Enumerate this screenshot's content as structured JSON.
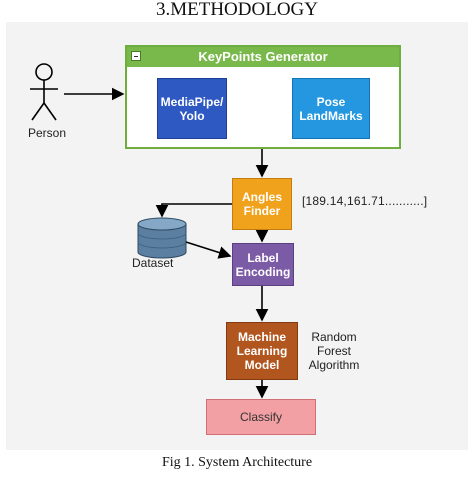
{
  "heading": "3.METHODOLOGY",
  "caption": "Fig 1. System Architecture",
  "group": {
    "title": "KeyPoints Generator",
    "color": "#79b84a"
  },
  "nodes": {
    "person": "Person",
    "mediapipe": "MediaPipe/\nYolo",
    "pose": "Pose\nLandMarks",
    "angles": "Angles\nFinder",
    "dataset": "Dataset",
    "label_encoding": "Label\nEncoding",
    "ml_model": "Machine\nLearning\nModel",
    "classify": "Classify"
  },
  "annotations": {
    "angle_values": "[189.14,161.71...........]",
    "algorithm": "Random\nForest\nAlgorithm"
  },
  "icons": [
    "person-stick-figure-icon",
    "database-cylinder-icon",
    "minimize-icon"
  ]
}
